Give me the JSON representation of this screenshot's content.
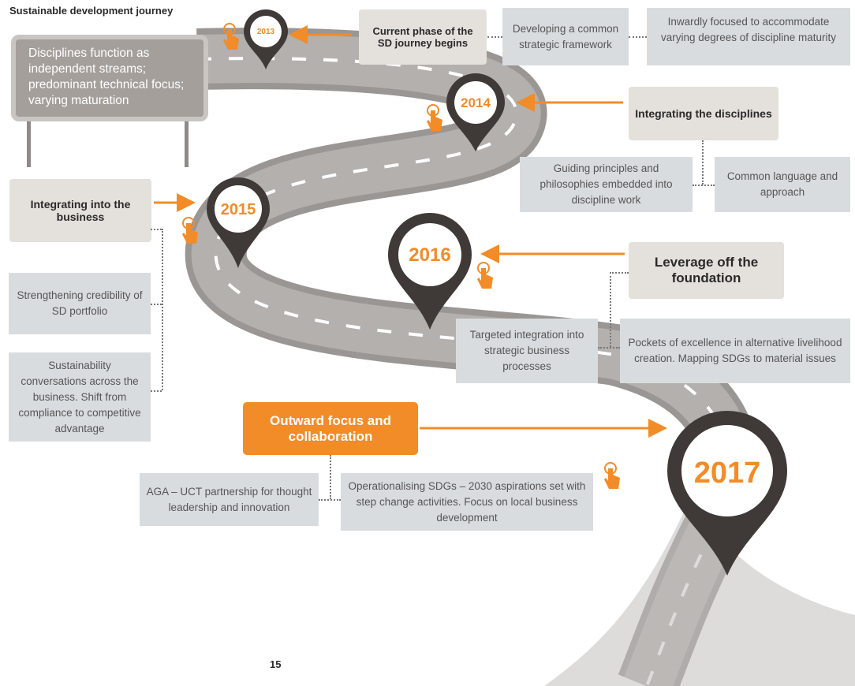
{
  "title": "Sustainable development journey",
  "billboard": "Disciplines function as independent streams; predominant technical focus; varying maturation",
  "milestones": {
    "y2013": "2013",
    "y2014": "2014",
    "y2015": "2015",
    "y2016": "2016",
    "y2017": "2017"
  },
  "phases": {
    "current_phase": "Current phase of the SD journey begins",
    "integrating_disciplines": "Integrating the disciplines",
    "integrating_business": "Integrating into the business",
    "leverage_foundation": "Leverage off the foundation",
    "outward_focus": "Outward focus and collaboration"
  },
  "details": {
    "common_framework": "Developing a common strategic framework",
    "inwardly_focused": "Inwardly focused to accommodate varying degrees of discipline maturity",
    "guiding_principles": "Guiding principles and philosophies embedded into discipline work",
    "common_language": "Common language and approach",
    "strengthening_credibility": "Strengthening credibility of SD portfolio",
    "sustainability_conversations": "Sustainability conversations across the business. Shift from compliance to competitive advantage",
    "targeted_integration": "Targeted integration into strategic business processes",
    "pockets_excellence": "Pockets of excellence in alternative livelihood creation. Mapping SDGs to material issues",
    "aga_uct": "AGA – UCT partnership for thought leadership and innovation",
    "operationalising_sdgs": "Operationalising SDGs – 2030 aspirations set with step change activities. Focus on local business development"
  },
  "page_number": "15",
  "icons": [
    "tap-hand-icon",
    "arrow-left-icon",
    "arrow-right-icon",
    "map-pin-icon"
  ],
  "colors": {
    "accent": "#f28c28",
    "pin": "#3f3a37",
    "road": "#a9a6a3",
    "detail_box": "#d9dcdf",
    "phase_box": "#e4e0dc"
  }
}
